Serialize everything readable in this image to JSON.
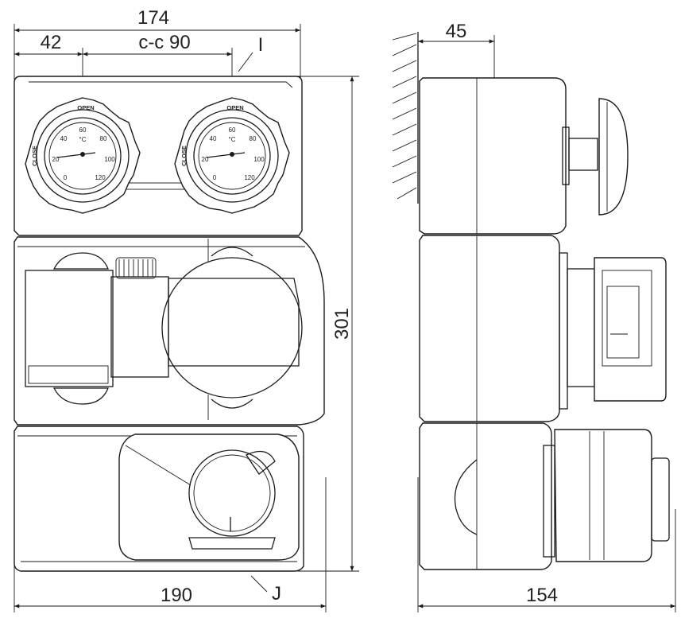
{
  "front_view": {
    "dim_total_width": "174",
    "dim_left_offset": "42",
    "dim_centers": "c-c 90",
    "dim_height": "301",
    "dim_bottom_width": "190",
    "label_I": "I",
    "label_J": "J",
    "gauges": [
      {
        "unit": "°C",
        "open_label": "OPEN",
        "close_label": "CLOSE",
        "ticks": [
          "0",
          "20",
          "40",
          "60",
          "80",
          "100",
          "120"
        ]
      },
      {
        "unit": "°C",
        "open_label": "OPEN",
        "close_label": "CLOSE",
        "ticks": [
          "0",
          "20",
          "40",
          "60",
          "80",
          "100",
          "120"
        ]
      }
    ]
  },
  "side_view": {
    "dim_wall_offset": "45",
    "dim_depth": "154"
  }
}
